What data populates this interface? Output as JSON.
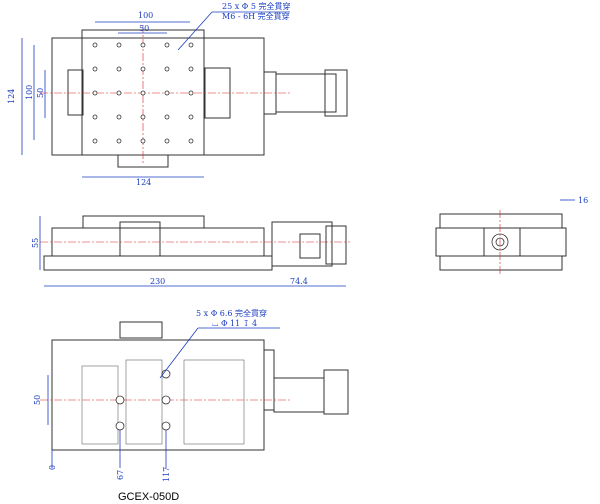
{
  "model": "GCEX-050D",
  "top_view": {
    "note_holes": "25 x Φ 5 完全貫穿",
    "note_thread": "M6 - 6H 完全貫穿",
    "dim_100_h": "100",
    "dim_50_h": "50",
    "dim_124_h": "124",
    "dim_124_v": "124",
    "dim_100_v": "100",
    "dim_50_v": "50"
  },
  "side_view": {
    "dim_55": "55",
    "dim_230": "230",
    "dim_74_4": "74.4"
  },
  "end_view": {
    "dim_16": "16"
  },
  "bottom_view": {
    "note_holes": "5 x Φ 6.6 完全貫穿",
    "note_cbore": "⌴ Φ 11 ↧ 4",
    "dim_50": "50",
    "dim_0": "0",
    "dim_67": "67",
    "dim_117": "117"
  },
  "colors": {
    "dimension": "#1a3cc0",
    "centerline": "#dd2222",
    "outline": "#333333"
  }
}
